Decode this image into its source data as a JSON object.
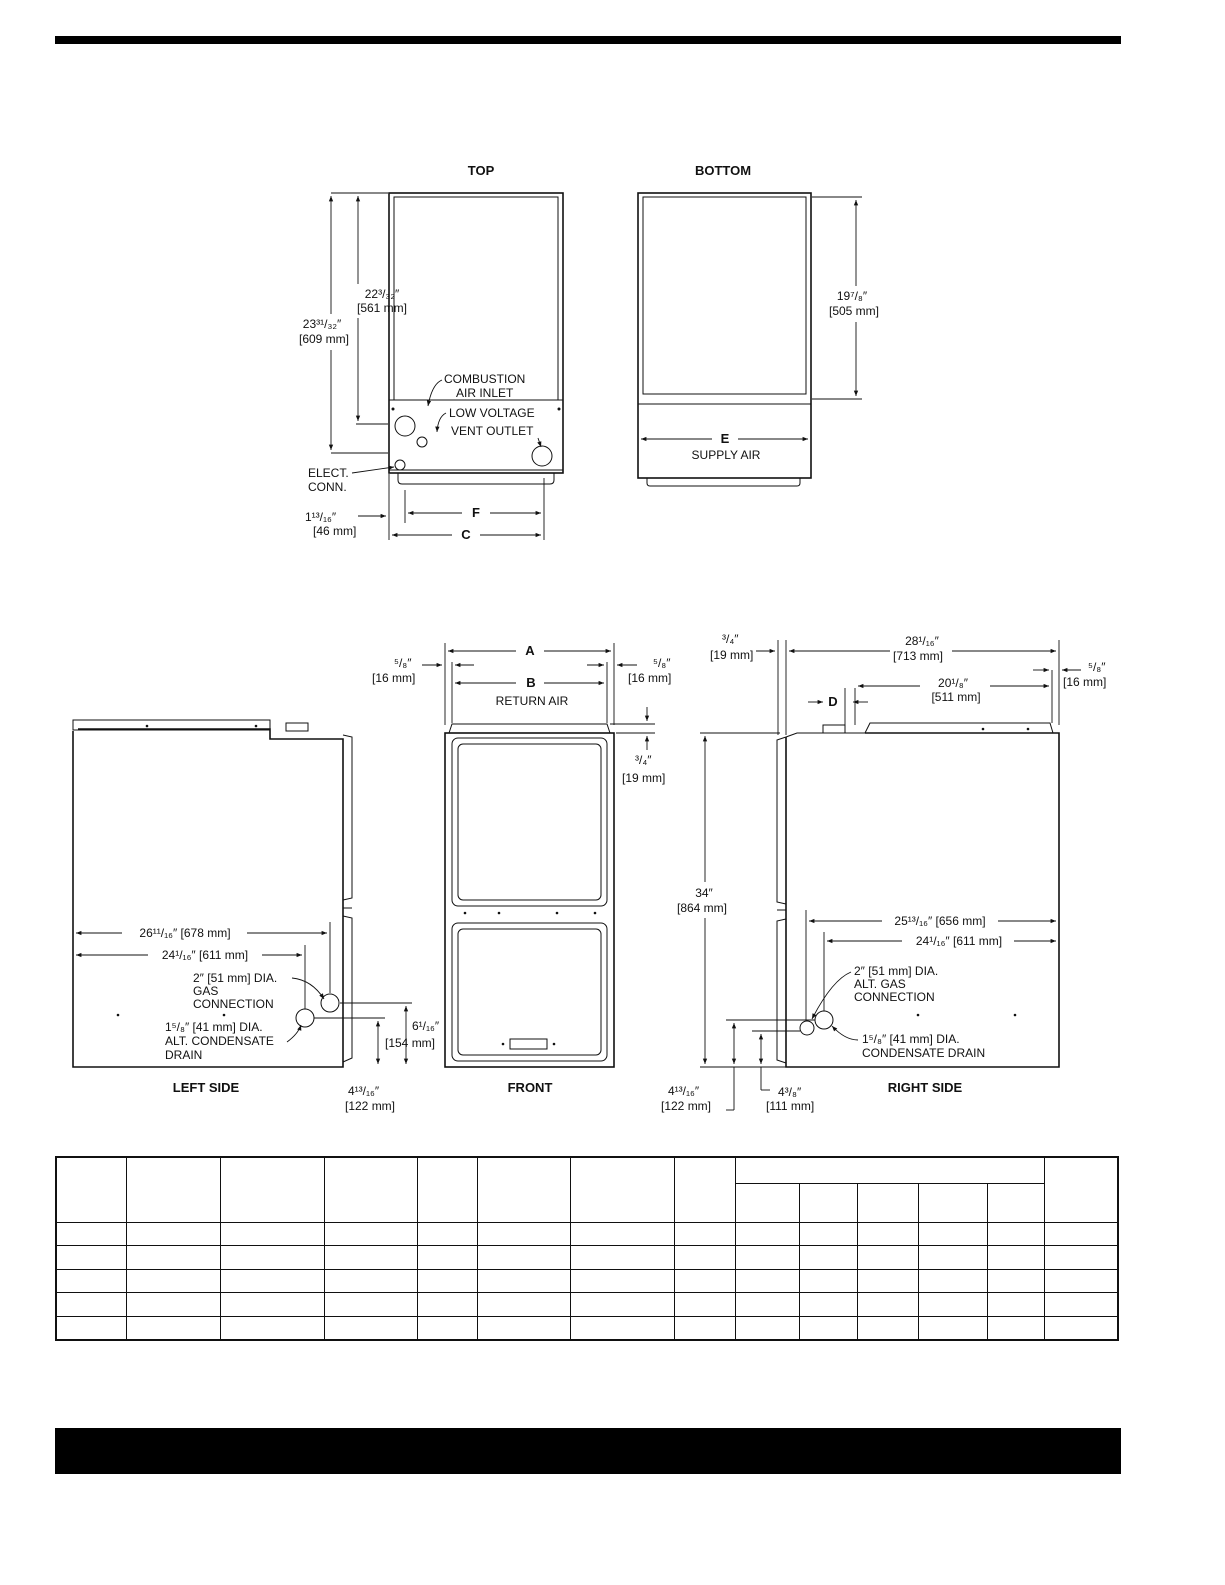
{
  "views": {
    "top": {
      "title": "TOP",
      "height_overall": {
        "frac": "23³¹/₃₂″",
        "mm": "[609 mm]"
      },
      "height_panel": {
        "frac": "22³/₃₂″",
        "mm": "[561 mm]"
      },
      "combustion_air_inlet": [
        "COMBUSTION",
        "AIR INLET"
      ],
      "low_voltage": "LOW VOLTAGE",
      "vent_outlet": "VENT OUTLET",
      "elect_conn": [
        "ELECT.",
        "CONN."
      ],
      "offset": {
        "frac": "1¹³/₁₆″",
        "mm": "[46 mm]"
      },
      "dim_f": "F",
      "dim_c": "C"
    },
    "bottom": {
      "title": "BOTTOM",
      "height": {
        "frac": "19⁷/₈″",
        "mm": "[505 mm]"
      },
      "dim_e": "E",
      "supply_air": "SUPPLY AIR"
    },
    "front": {
      "title": "FRONT",
      "dim_a": "A",
      "dim_b": "B",
      "return_air": "RETURN AIR",
      "left_gap": {
        "frac": "⁵/₈″",
        "mm": "[16 mm]"
      },
      "right_gap": {
        "frac": "⁵/₈″",
        "mm": "[16 mm]"
      },
      "top_gap": {
        "frac": "³/₄″",
        "mm": "[19 mm]"
      }
    },
    "left_side": {
      "title": "LEFT SIDE",
      "dim_1": "26¹¹/₁₆″ [678 mm]",
      "dim_2": "24¹/₁₆″ [611 mm]",
      "gas": [
        "2″ [51 mm] DIA.",
        "GAS",
        "CONNECTION"
      ],
      "drain": [
        "1⁵/₈″ [41 mm] DIA.",
        "ALT. CONDENSATE",
        "DRAIN"
      ],
      "h_gas": {
        "frac": "6¹/₁₆″",
        "mm": "[154 mm]"
      },
      "h_drain": {
        "frac": "4¹³/₁₆″",
        "mm": "[122 mm]"
      }
    },
    "right_side": {
      "title": "RIGHT SIDE",
      "front_gap": {
        "frac": "³/₄″",
        "mm": "[19 mm]"
      },
      "depth": {
        "frac": "28¹/₁₆″",
        "mm": "[713 mm]"
      },
      "vent_span": {
        "frac": "20¹/₈″",
        "mm": "[511 mm]"
      },
      "back_gap": {
        "frac": "⁵/₈″",
        "mm": "[16 mm]"
      },
      "dim_d": "D",
      "height": {
        "frac": "34″",
        "mm": "[864 mm]"
      },
      "dim_1": "25¹³/₁₆″ [656 mm]",
      "dim_2": "24¹/₁₆″ [611 mm]",
      "gas": [
        "2″ [51 mm] DIA.",
        "ALT. GAS",
        "CONNECTION"
      ],
      "drain": [
        "1⁵/₈″ [41 mm] DIA.",
        "CONDENSATE DRAIN"
      ],
      "h_drain": {
        "frac": "4¹³/₁₆″",
        "mm": "[122 mm]"
      },
      "h_gas": {
        "frac": "4³/₈″",
        "mm": "[111 mm]"
      }
    }
  }
}
